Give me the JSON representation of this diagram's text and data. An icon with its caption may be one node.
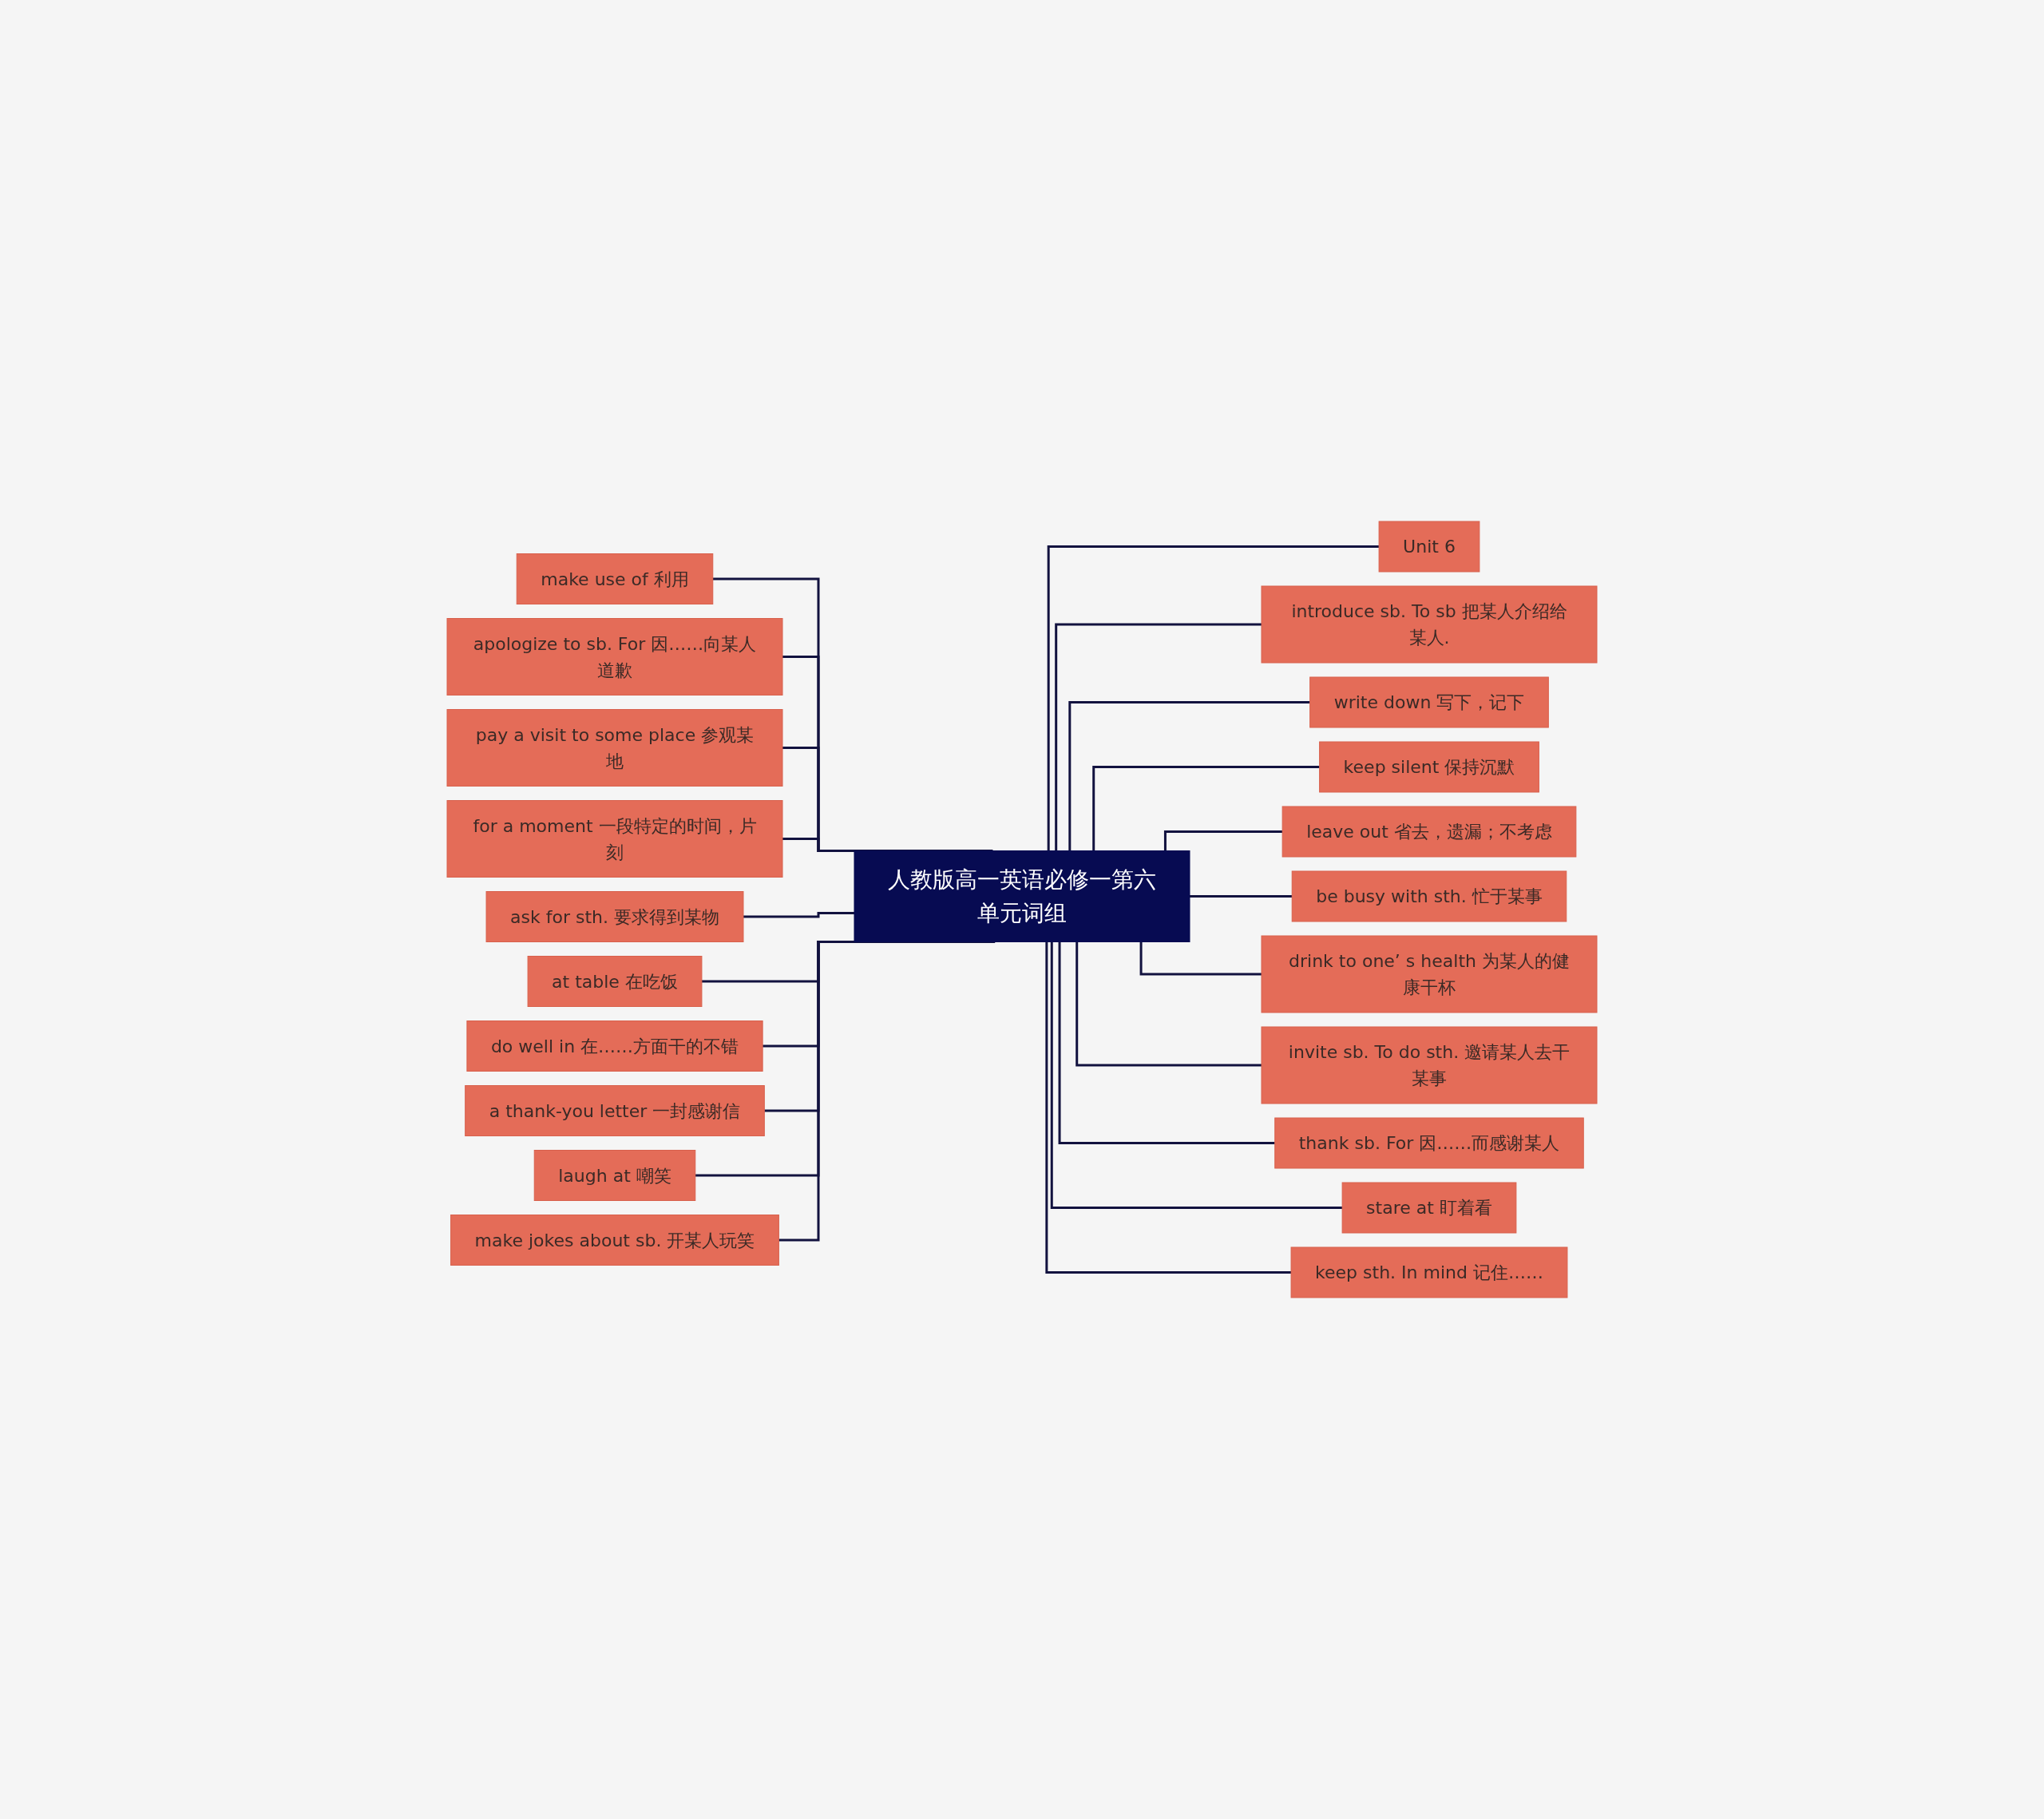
{
  "diagram": {
    "nodes": [
      {
        "text": [
          "人教版高一英语必修一第六单元词组"
        ]
      },
      {
        "text": [
          "make use of 利用"
        ]
      },
      {
        "text": [
          "apologize to sb. For 因……向某人道歉"
        ]
      },
      {
        "text": [
          "pay a visit to some place 参观某地"
        ]
      },
      {
        "text": [
          "for a moment 一段特定的时间，片刻"
        ]
      },
      {
        "text": [
          "ask for sth. 要求得到某物"
        ]
      },
      {
        "text": [
          "at table 在吃饭"
        ]
      },
      {
        "text": [
          "do well in 在……方面干的不错"
        ]
      },
      {
        "text": [
          "a thank-you letter 一封感谢信"
        ]
      },
      {
        "text": [
          "laugh at 嘲笑"
        ]
      },
      {
        "text": [
          "make jokes about sb. 开某人玩笑"
        ]
      },
      {
        "text": [
          "Unit 6"
        ]
      },
      {
        "text": [
          "introduce sb. To sb 把某人介绍给某人."
        ]
      },
      {
        "text": [
          "write down 写下，记下"
        ]
      },
      {
        "text": [
          "keep silent 保持沉默"
        ]
      },
      {
        "text": [
          "leave out 省去，遗漏；不考虑"
        ]
      },
      {
        "text": [
          "be busy with sth. 忙于某事"
        ]
      },
      {
        "text": [
          "drink to one’ s health 为某人的健康干杯"
        ]
      },
      {
        "text": [
          "invite sb. To do sth. 邀请某人去干某事"
        ]
      },
      {
        "text": [
          "thank sb. For 因……而感谢某人"
        ]
      },
      {
        "text": [
          "stare at 盯着看"
        ]
      },
      {
        "text": [
          "keep sth. In mind 记住……"
        ]
      }
    ],
    "edges": [
      {
        "from": 1,
        "to": 0,
        "arrow": "none"
      },
      {
        "from": 2,
        "to": 0,
        "arrow": "none"
      },
      {
        "from": 3,
        "to": 0,
        "arrow": "none"
      },
      {
        "from": 4,
        "to": 0,
        "arrow": "none"
      },
      {
        "from": 5,
        "to": 0,
        "arrow": "none"
      },
      {
        "from": 6,
        "to": 0,
        "arrow": "none"
      },
      {
        "from": 7,
        "to": 0,
        "arrow": "none"
      },
      {
        "from": 8,
        "to": 0,
        "arrow": "none"
      },
      {
        "from": 9,
        "to": 0,
        "arrow": "none"
      },
      {
        "from": 10,
        "to": 0,
        "arrow": "none"
      },
      {
        "from": 0,
        "to": 11,
        "arrow": "none"
      },
      {
        "from": 0,
        "to": 12,
        "arrow": "none"
      },
      {
        "from": 0,
        "to": 13,
        "arrow": "none"
      },
      {
        "from": 0,
        "to": 14,
        "arrow": "none"
      },
      {
        "from": 0,
        "to": 15,
        "arrow": "none"
      },
      {
        "from": 0,
        "to": 16,
        "arrow": "none"
      },
      {
        "from": 0,
        "to": 17,
        "arrow": "none"
      },
      {
        "from": 0,
        "to": 18,
        "arrow": "none"
      },
      {
        "from": 0,
        "to": 19,
        "arrow": "none"
      },
      {
        "from": 0,
        "to": 20,
        "arrow": "none"
      },
      {
        "from": 0,
        "to": 21,
        "arrow": "none"
      }
    ]
  }
}
